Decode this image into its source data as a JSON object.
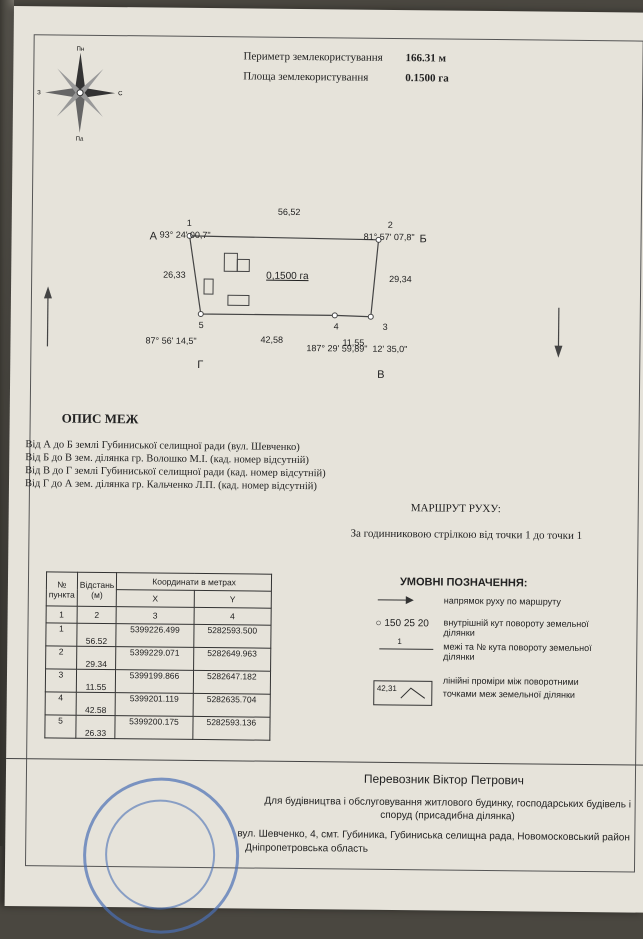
{
  "header": {
    "perimeter_label": "Периметр землекористування",
    "perimeter_value": "166.31 м",
    "area_label": "Площа землекористування",
    "area_value": "0.1500 га"
  },
  "compass": {
    "north": "Пн",
    "south": "Пд",
    "east": "С",
    "west": "З"
  },
  "plan": {
    "point_A": "А",
    "point_B": "Б",
    "point_V": "В",
    "point_G": "Г",
    "num_1": "1",
    "num_2": "2",
    "num_3": "3",
    "num_4": "4",
    "num_5": "5",
    "top_length": "56,52",
    "left_length": "26,33",
    "right_length": "29,34",
    "bottom_length": "42,58",
    "bottom_right_length": "11,55",
    "angle_1": "93° 24' 00,7\"",
    "angle_2": "81° 57' 07,8\"",
    "angle_3": "12' 35,0\"",
    "angle_4": "187° 29' 59,89\"",
    "angle_5": "87° 56' 14,5\"",
    "area": "0,1500 га"
  },
  "boundaries": {
    "title": "ОПИС МЕЖ",
    "lines": [
      "Від А до Б  землі Губиниської селищної ради  (вул. Шевченко)",
      "Від Б до В  зем. ділянка гр. Волошко М.І. (кад. номер відсутній)",
      "Від В до Г  землі Губиниської селищної ради (кад. номер відсутній)",
      "Від Г до А  зем. ділянка гр. Кальченко Л.П. (кад. номер відсутній)"
    ]
  },
  "route": {
    "title": "МАРШРУТ РУХУ:",
    "text": "За годинниковою стрілкою від точки 1 до точки 1"
  },
  "table": {
    "h_num": "№ пункта",
    "h_dist": "Відстань (м)",
    "h_coords": "Координати в метрах",
    "h_x": "X",
    "h_y": "Y",
    "idx": [
      "1",
      "2",
      "3",
      "4"
    ],
    "rows": [
      {
        "n": "1",
        "d": "56.52",
        "x": "5399226.499",
        "y": "5282593.500"
      },
      {
        "n": "2",
        "d": "29.34",
        "x": "5399229.071",
        "y": "5282649.963"
      },
      {
        "n": "3",
        "d": "11.55",
        "x": "5399199.866",
        "y": "5282647.182"
      },
      {
        "n": "4",
        "d": "42.58",
        "x": "5399201.119",
        "y": "5282635.704"
      },
      {
        "n": "5",
        "d": "26.33",
        "x": "5399200.175",
        "y": "5282593.136"
      }
    ]
  },
  "legend": {
    "title": "УМОВНІ ПОЗНАЧЕННЯ:",
    "route_dir": "напрямок руху по маршруту",
    "angle_example": "150 25 20",
    "angle_text": "внутрішній кут повороту земельної ділянки",
    "point_example": "1",
    "point_text": "межі та № кута повороту земельної ділянки",
    "dim_example": "42,31",
    "dim_text": "лінійні проміри між поворотними точками меж земельної ділянки"
  },
  "footer": {
    "owner": "Перевозник Віктор Петрович",
    "purpose": "Для будівництва і обслуговування житлового будинку, господарських будівель і споруд (присадибна ділянка)",
    "address": "вул. Шевченко, 4, смт. Губиника, Губиниська селищна рада, Новомосковський район",
    "region": "Дніпропетровська область"
  }
}
